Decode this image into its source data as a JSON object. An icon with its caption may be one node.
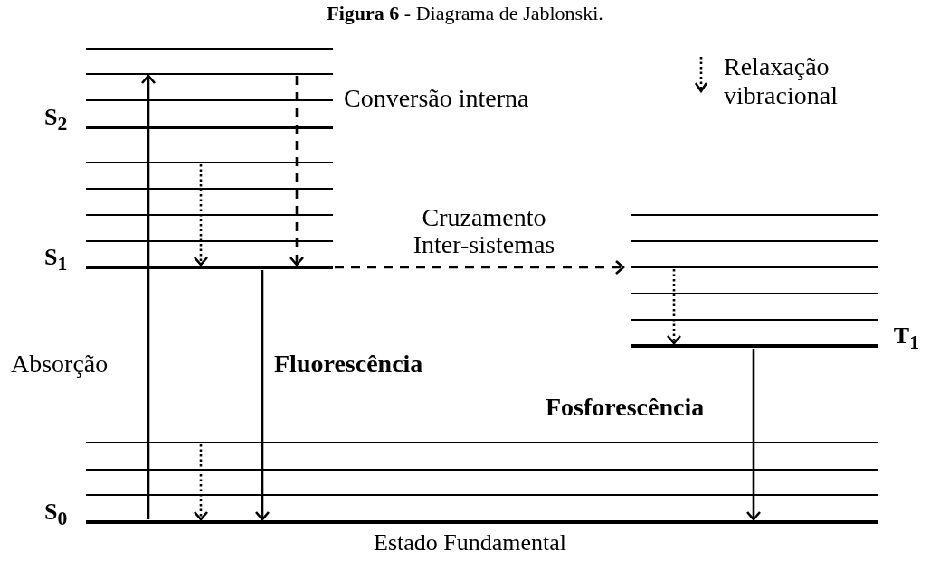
{
  "diagram": {
    "caption": "**Figura 6** - Diagrama de Jablonski.",
    "nodes": [
      {
        "text": [],
        "shape": "bar"
      },
      {
        "text": [],
        "shape": "bar"
      },
      {
        "text": [],
        "shape": "bar"
      },
      {
        "text": [
          "S$_{2}$"
        ]
      },
      {
        "text": [],
        "shape": "bar"
      },
      {
        "text": [],
        "shape": "bar"
      },
      {
        "text": [],
        "shape": "bar"
      },
      {
        "text": [],
        "shape": "bar"
      },
      {
        "text": [
          "S$_{1}$"
        ]
      },
      {
        "text": [],
        "shape": "bar"
      },
      {
        "text": [],
        "shape": "bar"
      },
      {
        "text": [],
        "shape": "bar"
      },
      {
        "text": [],
        "shape": "bar"
      },
      {
        "text": [],
        "shape": "bar"
      },
      {
        "text": [
          "T$_{1}$"
        ]
      },
      {
        "text": [],
        "shape": "bar"
      },
      {
        "text": [],
        "shape": "bar"
      },
      {
        "text": [],
        "shape": "bar"
      },
      {
        "text": [
          "S$_{0}$"
        ],
        "beside": [
          "Estado Fundamental"
        ]
      }
    ],
    "edges": [
      {
        "from": 18,
        "to": 1,
        "arrow": "to",
        "label": "Absorção"
      },
      {
        "from": 1,
        "to": 8,
        "arrow": "to",
        "style": "dashed",
        "label": "Conversão interna"
      },
      {
        "from": 4,
        "to": 8,
        "arrow": "to",
        "style": "dashed"
      },
      {
        "from": 8,
        "to": 18,
        "arrow": "to",
        "label": "Fluorescência"
      },
      {
        "from": 8,
        "to": 11,
        "arrow": "to",
        "style": "dashed",
        "label": "Cruzamento Inter-sistemas"
      },
      {
        "from": 11,
        "to": 14,
        "arrow": "to",
        "style": "dashed"
      },
      {
        "from": 14,
        "to": 18,
        "arrow": "to",
        "label": "Fosforescência"
      },
      {
        "from": 15,
        "to": 18,
        "arrow": "to",
        "style": "dashed"
      }
    ],
    "legend": [
      {
        "text": "Relaxação vibracional"
      }
    ]
  }
}
